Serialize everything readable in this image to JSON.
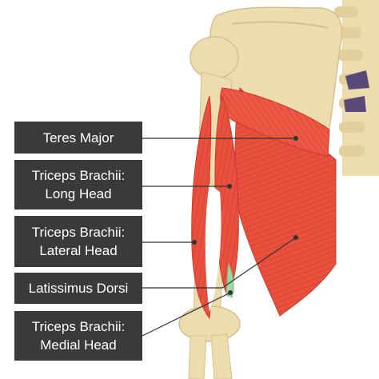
{
  "labels": {
    "teres_major": "Teres Major",
    "triceps_long": {
      "line1": "Triceps Brachii:",
      "line2": "Long Head"
    },
    "triceps_lateral": {
      "line1": "Triceps Brachii:",
      "line2": "Lateral Head"
    },
    "latissimus_dorsi": "Latissimus Dorsi",
    "triceps_medial": {
      "line1": "Triceps Brachii:",
      "line2": "Medial Head"
    }
  },
  "colors": {
    "label_bg": "#3a3a3a",
    "label_text": "#ffffff",
    "muscle": "#e9503e",
    "muscle_dark": "#c93b2c",
    "bone": "#ecdcae",
    "bone_shadow": "#d4c08d",
    "medial_head": "#9fd6a6",
    "rib_gap": "#5a4a7a",
    "leader_line": "#333333"
  }
}
